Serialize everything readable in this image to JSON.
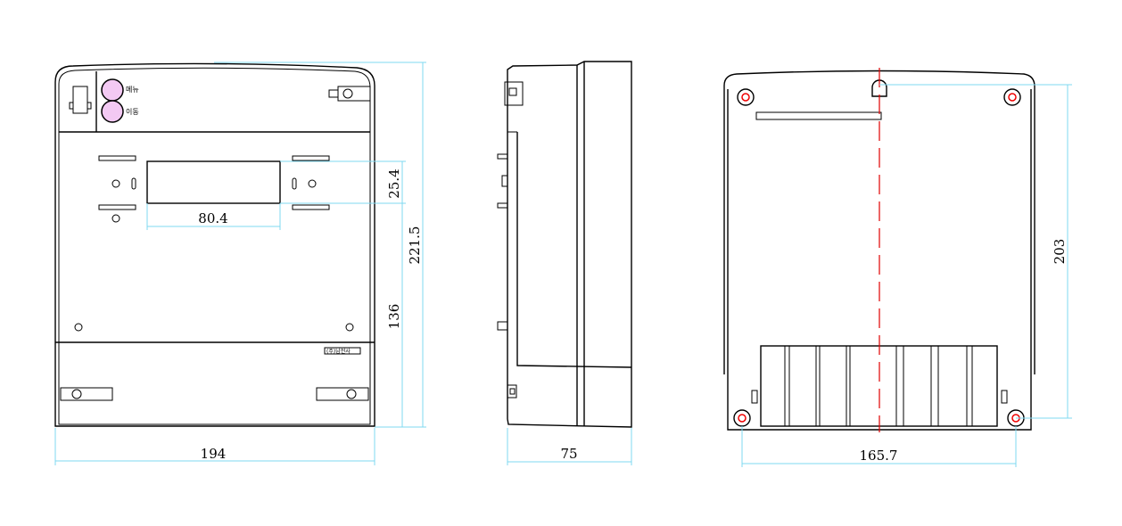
{
  "front_view": {
    "button_labels": [
      "메뉴",
      "이동"
    ],
    "nameplate": "(주)남전사",
    "dims": {
      "width": "194",
      "height": "221.5",
      "lower": "136",
      "window_w": "80.4",
      "window_h": "25.4"
    },
    "button_color": "#f3c9f3"
  },
  "side_view": {
    "dims": {
      "depth": "75"
    }
  },
  "rear_view": {
    "dims": {
      "hole_spacing": "165.7",
      "hole_height": "203"
    },
    "center_line_color": "#e00000"
  },
  "dimension_color": "#7fd8f0"
}
